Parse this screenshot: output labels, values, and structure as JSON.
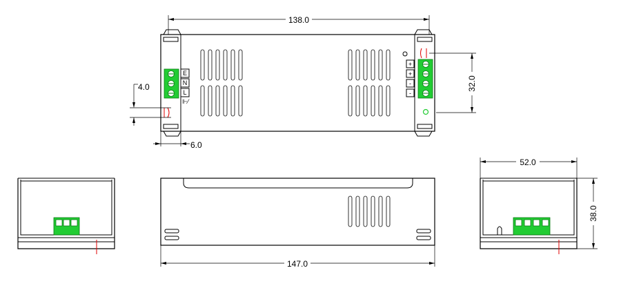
{
  "dimensions": {
    "top_width": "138.0",
    "top_terminal_span": "32.0",
    "top_edge_offset": "4.0",
    "top_hole_offset": "6.0",
    "front_length": "147.0",
    "side_width": "52.0",
    "side_height": "38.0"
  },
  "terminals": {
    "input": [
      "E",
      "N",
      "L"
    ],
    "output": [
      "+",
      "+",
      "-",
      "-"
    ],
    "adjust_symbol": "⊩⁄"
  },
  "colors": {
    "terminal_green": "#22cc33",
    "marker_red": "#e00000",
    "line": "#000000"
  }
}
